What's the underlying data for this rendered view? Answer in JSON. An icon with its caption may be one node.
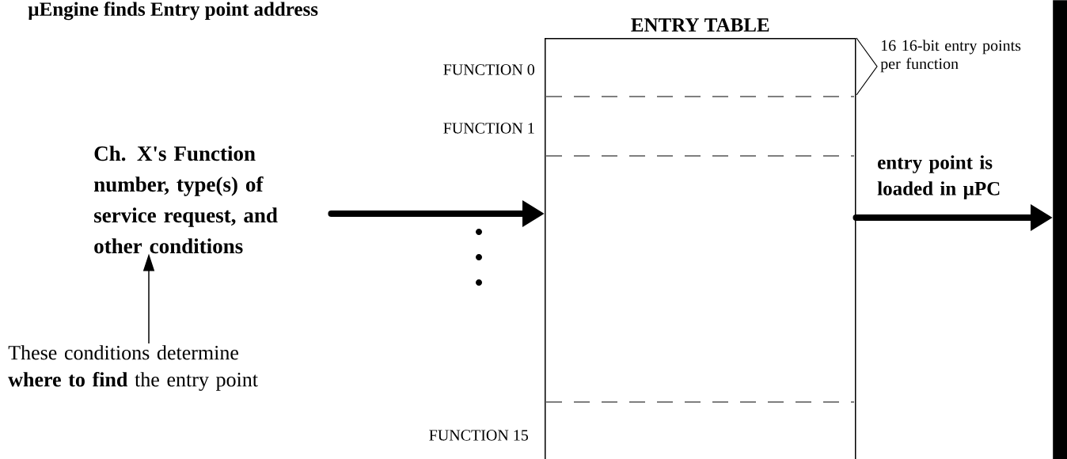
{
  "diagram": {
    "title": "µEngine finds Entry point address",
    "nodes": [
      {
        "text": [
          "Ch. X's Function number, type(s) of service request, and other conditions"
        ]
      },
      {
        "text": [
          "These conditions determine **where to find** the entry point"
        ]
      },
      {
        "text": [
          "ENTRY TABLE"
        ],
        "beside": [
          "FUNCTION 0",
          "FUNCTION 1",
          "FUNCTION 15"
        ]
      },
      {
        "text": [],
        "shape": "bar"
      }
    ],
    "edges": [
      {
        "from": 0,
        "to": 2,
        "arrow": "to"
      },
      {
        "from": 1,
        "to": 0,
        "arrow": "to"
      },
      {
        "from": 2,
        "to": 3,
        "arrow": "to",
        "label": "entry point  is loaded in µPC"
      }
    ],
    "labels": [
      "16 16-bit entry points per function"
    ]
  }
}
